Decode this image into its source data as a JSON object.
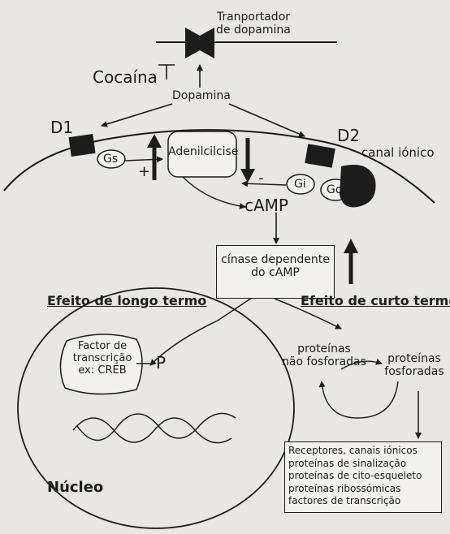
{
  "transporter_label": [
    "Tranportador",
    "de dopamina"
  ],
  "cocaine_label": "Cocaína",
  "dopamine_label": "Dopamina",
  "receptor_d1": "D1",
  "receptor_d2": "D2",
  "gs_label": "Gs",
  "gi_label": "Gi",
  "go_label": "Go",
  "ion_channel_label": "canal iónico",
  "adenylyl_cyclase_label": "Adenilcilcise",
  "plus_sign": "+",
  "minus_sign": "-",
  "camp_label": "cAMP",
  "kinase_label": [
    "cínase dependente",
    "do cAMP"
  ],
  "long_term_label": "Efeito de longo termo",
  "short_term_label": "Efeito de curto termo",
  "transcription_factor_label": [
    "Factor de",
    "transcrição",
    "ex: CREB"
  ],
  "phosphate_label": "P",
  "nonphospho_label": [
    "proteínas",
    "não fosforadas"
  ],
  "phospho_label": [
    "proteínas",
    "fosforadas"
  ],
  "targets_list": [
    "Receptores, canais iónicos",
    "proteínas de sinalização",
    "proteínas de cito-esqueleto",
    "proteínas ribossómicas",
    "factores de transcrição"
  ],
  "nucleus_label": "Núcleo"
}
